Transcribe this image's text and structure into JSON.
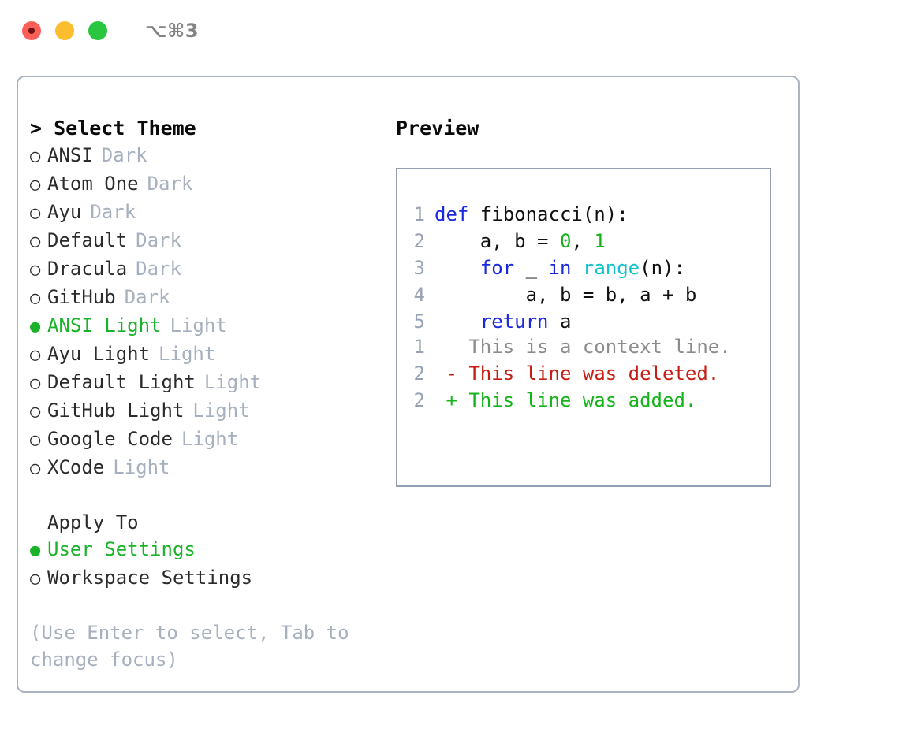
{
  "titlebar": {
    "buttons": [
      {
        "name": "close",
        "color": "#fb5f58"
      },
      {
        "name": "minimize",
        "color": "#fcbd2e"
      },
      {
        "name": "maximize",
        "color": "#28c73f"
      }
    ],
    "shortcut": "⌥⌘3"
  },
  "theme_panel": {
    "header": "> Select Theme",
    "selected_accent": "#19b329",
    "items": [
      {
        "marker": "○",
        "name": "ANSI",
        "kind": "Dark",
        "selected": false
      },
      {
        "marker": "○",
        "name": "Atom One",
        "kind": "Dark",
        "selected": false
      },
      {
        "marker": "○",
        "name": "Ayu",
        "kind": "Dark",
        "selected": false
      },
      {
        "marker": "○",
        "name": "Default",
        "kind": "Dark",
        "selected": false
      },
      {
        "marker": "○",
        "name": "Dracula",
        "kind": "Dark",
        "selected": false
      },
      {
        "marker": "○",
        "name": "GitHub",
        "kind": "Dark",
        "selected": false
      },
      {
        "marker": "●",
        "name": "ANSI Light",
        "kind": "Light",
        "selected": true
      },
      {
        "marker": "○",
        "name": "Ayu Light",
        "kind": "Light",
        "selected": false
      },
      {
        "marker": "○",
        "name": "Default Light",
        "kind": "Light",
        "selected": false
      },
      {
        "marker": "○",
        "name": "GitHub Light",
        "kind": "Light",
        "selected": false
      },
      {
        "marker": "○",
        "name": "Google Code",
        "kind": "Light",
        "selected": false
      },
      {
        "marker": "○",
        "name": "XCode",
        "kind": "Light",
        "selected": false
      }
    ]
  },
  "apply_to": {
    "header": "Apply To",
    "items": [
      {
        "marker": "●",
        "name": "User Settings",
        "selected": true
      },
      {
        "marker": "○",
        "name": "Workspace Settings",
        "selected": false
      }
    ]
  },
  "hint": "(Use Enter to select, Tab to change focus)",
  "preview": {
    "header": "Preview",
    "code_lines": [
      {
        "num": "1",
        "tokens": [
          {
            "t": "def ",
            "c": "kw"
          },
          {
            "t": "fibonacci(n):",
            "c": "plain"
          }
        ]
      },
      {
        "num": "2",
        "tokens": [
          {
            "t": "    a, b = ",
            "c": "plain"
          },
          {
            "t": "0",
            "c": "num"
          },
          {
            "t": ", ",
            "c": "plain"
          },
          {
            "t": "1",
            "c": "num"
          }
        ]
      },
      {
        "num": "3",
        "tokens": [
          {
            "t": "    ",
            "c": "plain"
          },
          {
            "t": "for",
            "c": "kw"
          },
          {
            "t": " _ ",
            "c": "plain"
          },
          {
            "t": "in",
            "c": "kw"
          },
          {
            "t": " ",
            "c": "plain"
          },
          {
            "t": "range",
            "c": "fn"
          },
          {
            "t": "(n):",
            "c": "plain"
          }
        ]
      },
      {
        "num": "4",
        "tokens": [
          {
            "t": "        a, b = b, a + b",
            "c": "plain"
          }
        ]
      },
      {
        "num": "5",
        "tokens": [
          {
            "t": "    ",
            "c": "plain"
          },
          {
            "t": "return",
            "c": "kw"
          },
          {
            "t": " a",
            "c": "plain"
          }
        ]
      }
    ],
    "diff_lines": [
      {
        "num": "1",
        "sign": " ",
        "text": " This is a context line.",
        "kind": "ctx"
      },
      {
        "num": "2",
        "sign": "-",
        "text": " This line was deleted.",
        "kind": "del"
      },
      {
        "num": "2",
        "sign": "+",
        "text": " This line was added.",
        "kind": "add"
      }
    ]
  }
}
